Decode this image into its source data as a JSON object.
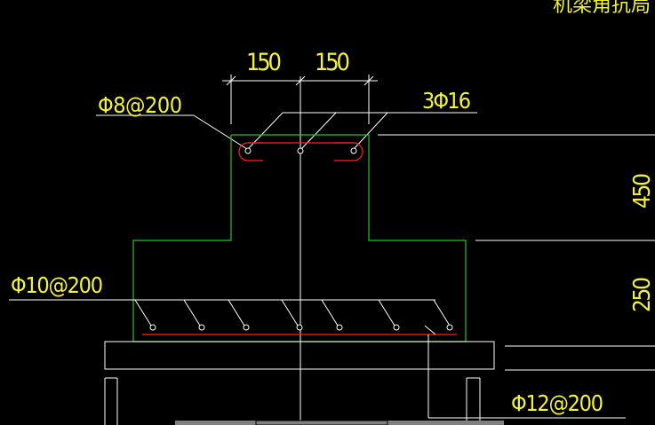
{
  "drawing": {
    "background": "#000000",
    "colors": {
      "outline": "#ffffff",
      "concrete": "#22c422",
      "rebar": "#ff2020",
      "text": "#f2f23c",
      "bottom_bar": "#808080"
    },
    "title_fragment": "机梁角抗局",
    "dims": {
      "top_left": "150",
      "top_right": "150",
      "upper_height": "450",
      "lower_height": "250"
    },
    "labels": {
      "stirrup": "Φ8@200",
      "top_bars": "3Φ16",
      "bottom_transverse": "Φ10@200",
      "slab_bars": "Φ12@200"
    }
  }
}
